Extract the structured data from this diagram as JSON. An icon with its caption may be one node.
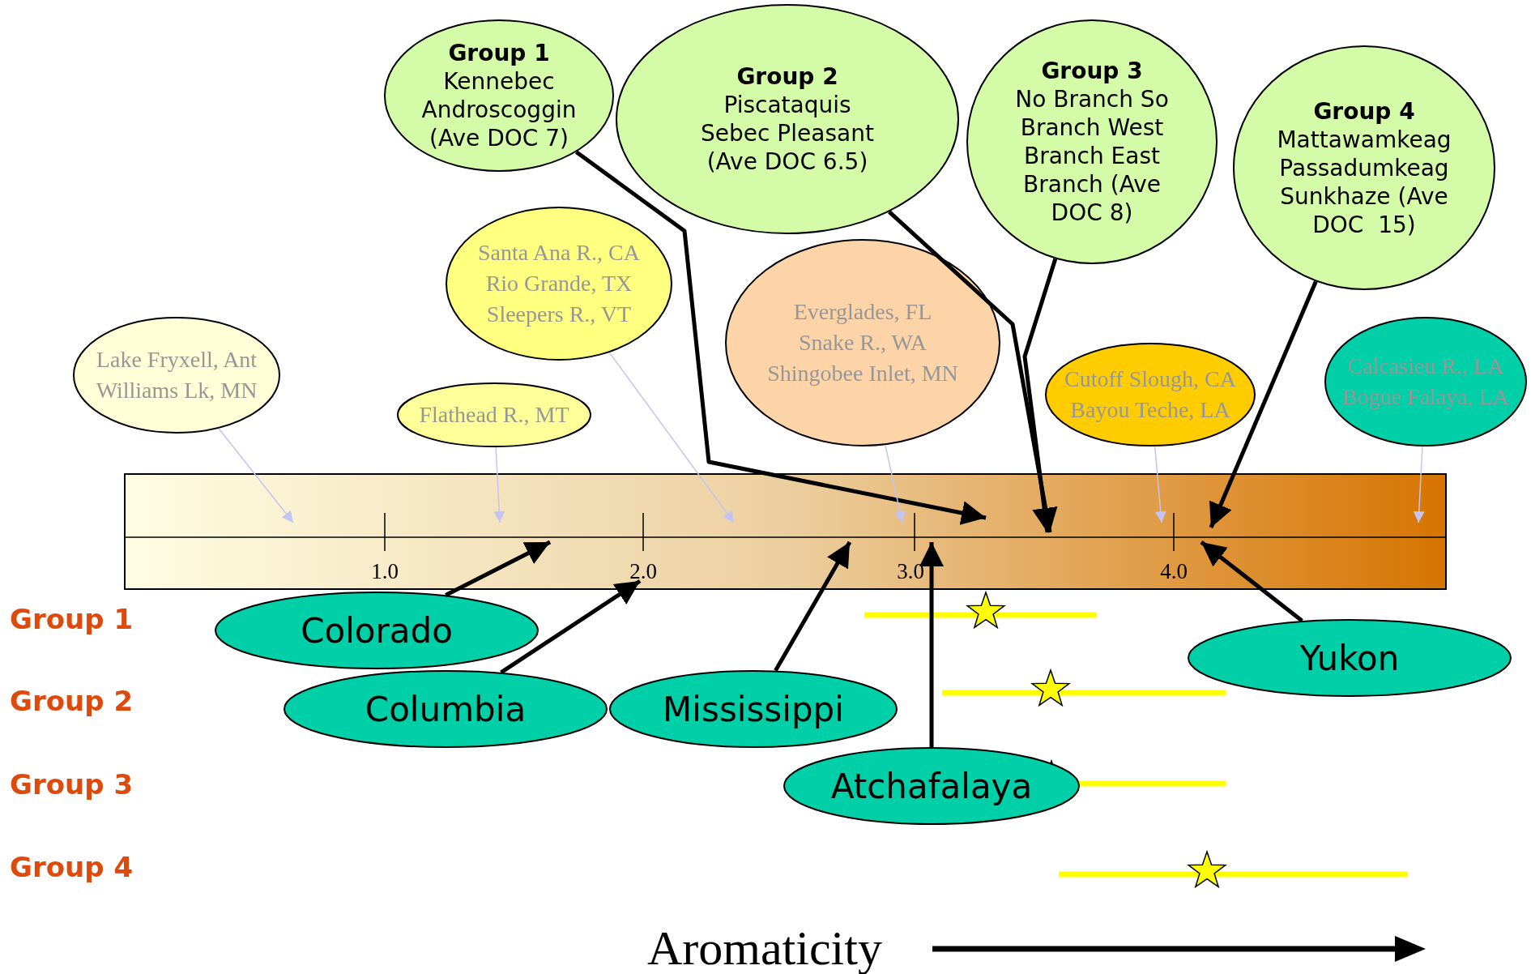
{
  "diagram": {
    "nodes": [
      {
        "text": [
          "Group 1",
          "Kennebec Androscoggin (Ave DOC 7)"
        ]
      },
      {
        "text": [
          "Group 2",
          "Piscataquis Sebec Pleasant (Ave DOC 6.5)"
        ]
      },
      {
        "text": [
          "Group 3",
          "No Branch So Branch West Branch East Branch (Ave DOC 8)"
        ]
      },
      {
        "text": [
          "Group 4",
          "Mattawamkeag Passadumkeag Sunkhaze (Ave DOC  15)"
        ]
      },
      {
        "text": [
          "Santa Ana R., CA Rio Grande, TX Sleepers R., VT"
        ]
      },
      {
        "text": [
          "Lake Fryxell, Ant Williams Lk, MN"
        ]
      },
      {
        "text": [
          "Everglades, FL Snake R., WA Shingobee Inlet, MN"
        ]
      },
      {
        "text": [
          "Flathead R., MT"
        ]
      },
      {
        "text": [
          "Cutoff Slough, CA Bayou Teche, LA"
        ]
      },
      {
        "text": [
          "Calcasieu R., LA Bogue Falaya, LA"
        ]
      },
      {
        "text": [],
        "shape": "bar"
      },
      {
        "text": [
          "Colorado"
        ]
      },
      {
        "text": [
          "Yukon"
        ]
      },
      {
        "text": [
          "Columbia"
        ]
      },
      {
        "text": [
          "Mississippi"
        ]
      },
      {
        "text": [
          "Atchafalaya"
        ]
      }
    ],
    "edges": [
      {
        "from": 0,
        "to": 10,
        "arrow": "to"
      },
      {
        "from": 1,
        "to": 10,
        "arrow": "to"
      },
      {
        "from": 2,
        "to": 10,
        "arrow": "to"
      },
      {
        "from": 3,
        "to": 10,
        "arrow": "to"
      },
      {
        "from": 4,
        "to": 10,
        "arrow": "to",
        "color": "#c4c4f2"
      },
      {
        "from": 5,
        "to": 10,
        "arrow": "to",
        "color": "#c4c4f2"
      },
      {
        "from": 6,
        "to": 10,
        "arrow": "to",
        "color": "#c4c4f2"
      },
      {
        "from": 7,
        "to": 10,
        "arrow": "to",
        "color": "#c4c4f2"
      },
      {
        "from": 8,
        "to": 10,
        "arrow": "to",
        "color": "#c4c4f2"
      },
      {
        "from": 9,
        "to": 10,
        "arrow": "to",
        "color": "#c4c4f2"
      },
      {
        "from": 11,
        "to": 10,
        "arrow": "to"
      },
      {
        "from": 12,
        "to": 10,
        "arrow": "to"
      },
      {
        "from": 13,
        "to": 10,
        "arrow": "to"
      },
      {
        "from": 14,
        "to": 10,
        "arrow": "to"
      },
      {
        "from": 15,
        "to": 10,
        "arrow": "to"
      }
    ],
    "labels": [
      "1.0",
      "2.0",
      "3.0",
      "4.0",
      "Group 1",
      "Group 2",
      "Group 3",
      "Group 4",
      "Aromaticity"
    ]
  }
}
